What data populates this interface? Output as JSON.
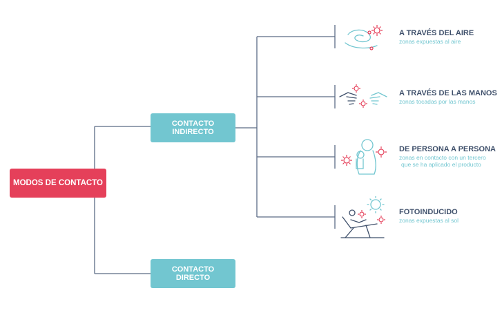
{
  "colors": {
    "root": "#e5405a",
    "branch": "#72c6d0",
    "line": "#5b6b85",
    "title": "#3f506b",
    "subtitle": "#72c6d0",
    "icon_teal": "#72c6d0",
    "icon_red": "#e5405a",
    "icon_dark": "#3f506b"
  },
  "root": {
    "label": "MODOS DE CONTACTO"
  },
  "branches": [
    {
      "line1": "CONTACTO",
      "line2": "INDIRECTO"
    },
    {
      "line1": "CONTACTO",
      "line2": "DIRECTO"
    }
  ],
  "leaves": [
    {
      "title": "A TRAVÉS DEL AIRE",
      "subtitle": "zonas expuestas al aire",
      "icon": "air-virus-icon"
    },
    {
      "title": "A TRAVÉS DE LAS MANOS",
      "subtitle": "zonas tocadas por las manos",
      "icon": "hands-virus-icon"
    },
    {
      "title": "DE PERSONA A PERSONA",
      "subtitle": "zonas en contacto con un tercero",
      "subtitle2": "que se ha aplicado el producto",
      "icon": "person-to-person-icon"
    },
    {
      "title": "FOTOINDUCIDO",
      "subtitle": "zonas expuestas al sol",
      "icon": "sun-lounger-icon"
    }
  ]
}
